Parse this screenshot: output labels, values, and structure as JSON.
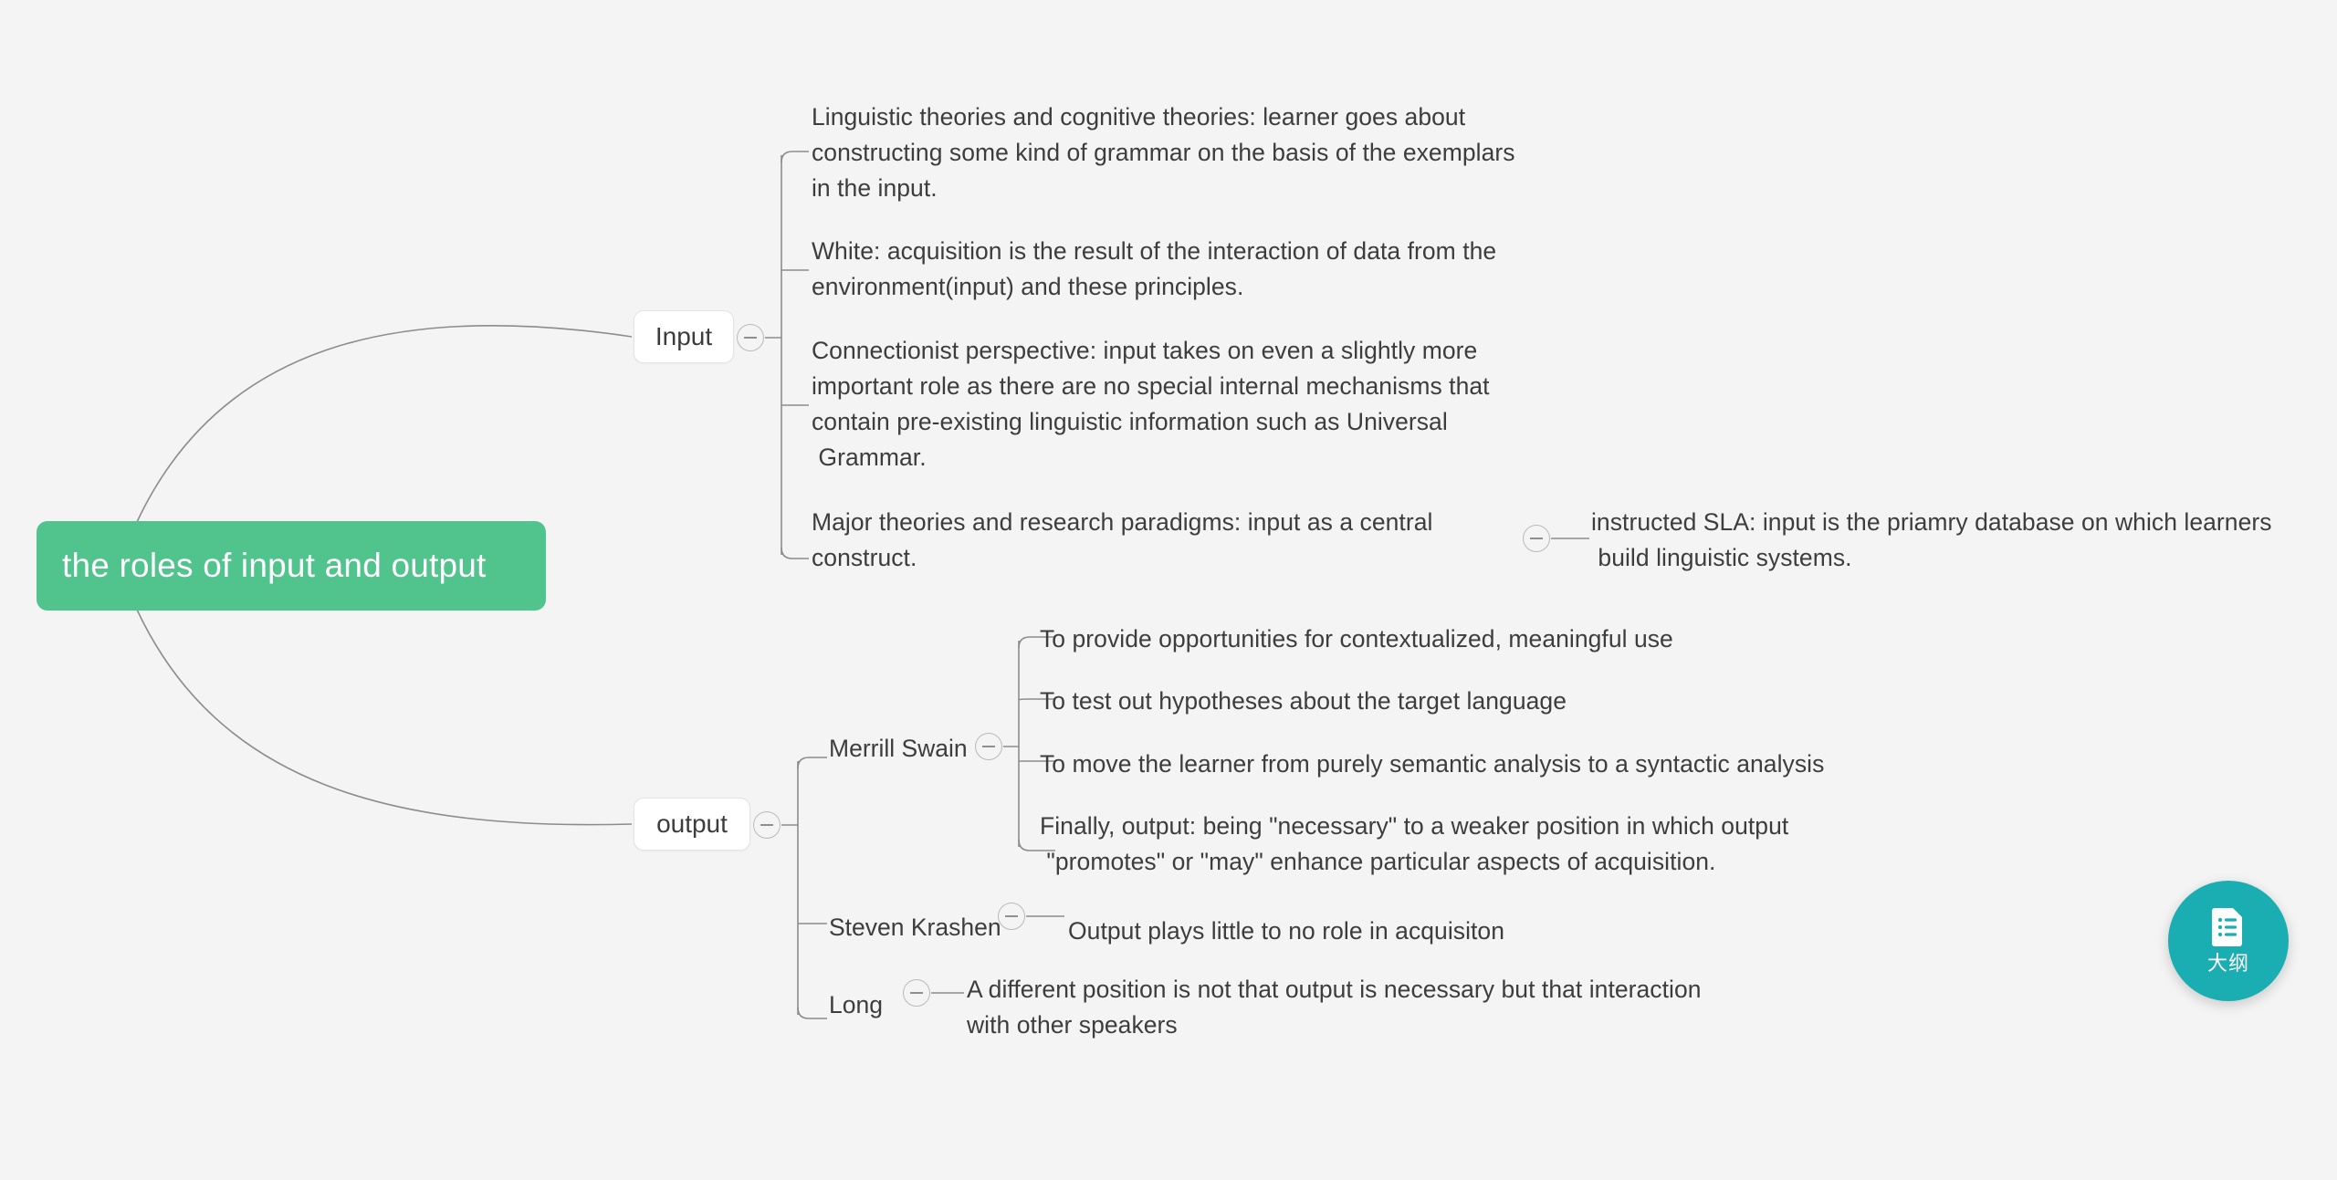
{
  "mindmap": {
    "root": {
      "label": "the roles of input and output",
      "color": "#51c38c"
    },
    "branches": [
      {
        "label": "Input",
        "children": [
          {
            "label": "Linguistic theories and cognitive theories: learner goes about\nconstructing some kind of grammar on the basis of the exemplars\nin the input."
          },
          {
            "label": "White: acquisition is the result of the interaction of data from the\nenvironment(input) and these principles."
          },
          {
            "label": "Connectionist perspective: input takes on even a slightly more\nimportant role as there are no special internal mechanisms that\ncontain pre-existing linguistic information such as Universal\n Grammar."
          },
          {
            "label": "Major theories and research paradigms: input as a central\nconstruct.",
            "children": [
              {
                "label": "instructed SLA: input is the priamry database on which learners\n build linguistic systems."
              }
            ]
          }
        ]
      },
      {
        "label": "output",
        "children": [
          {
            "label": "Merrill Swain",
            "children": [
              {
                "label": "To provide opportunities for contextualized, meaningful use"
              },
              {
                "label": "To test out hypotheses about the target language"
              },
              {
                "label": "To move the learner from purely semantic analysis to a syntactic analysis"
              },
              {
                "label": "Finally, output: being \"necessary\" to a weaker position in which output\n \"promotes\" or \"may\" enhance particular aspects of acquisition."
              }
            ]
          },
          {
            "label": "Steven Krashen",
            "children": [
              {
                "label": "Output plays little to no role in acquisiton"
              }
            ]
          },
          {
            "label": "Long",
            "children": [
              {
                "label": "A different position is not that output is necessary but that interaction\nwith other speakers"
              }
            ]
          }
        ]
      }
    ]
  },
  "fab": {
    "label": "大纲",
    "icon": "outline-document-icon",
    "color": "#1aaeb2"
  },
  "colors": {
    "background": "#f4f4f4",
    "root_fill": "#51c38c",
    "link_stroke": "#8c8c8c",
    "text": "#3d3d3d",
    "accent_teal": "#1aaeb2"
  }
}
